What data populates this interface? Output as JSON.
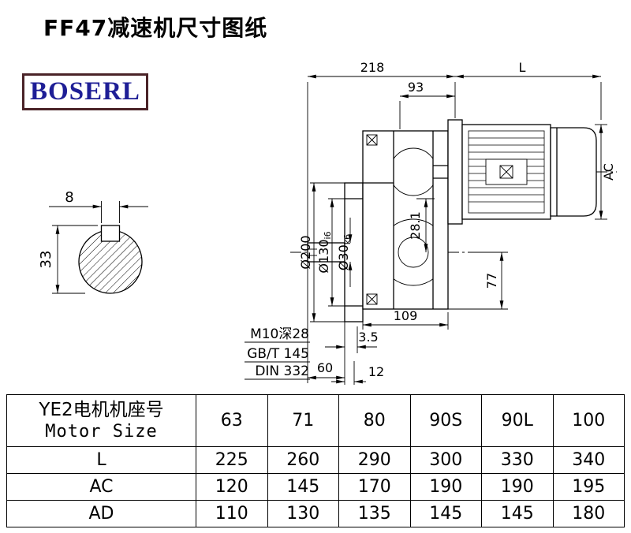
{
  "page": {
    "title": "FF47减速机尺寸图纸"
  },
  "logo": {
    "text": "BOSERL"
  },
  "drawing": {
    "colors": {
      "line": "#000000",
      "logo_border": "#4a2328",
      "logo_text": "#1e1e96"
    },
    "dims": {
      "top_width": "218",
      "motor_length": "L",
      "d93": "93",
      "ac": "AC",
      "d28_1": "28.1",
      "flange_od": "Ø200",
      "spigot_main": "Ø130",
      "spigot_sub": "i6",
      "shaft_main": "Ø30",
      "shaft_sub": "k6",
      "d77": "77",
      "d109": "109",
      "d3_5": "3.5",
      "d60": "60",
      "d12": "12",
      "key_width": "8",
      "key_height": "33",
      "note_tap": "M10深28",
      "note_gb": "GB/T 145",
      "note_din": "DIN 332"
    }
  },
  "table": {
    "header": {
      "title_cn": "YE2电机机座号",
      "title_en": "Motor Size",
      "sizes": [
        "63",
        "71",
        "80",
        "90S",
        "90L",
        "100"
      ]
    },
    "rows": [
      {
        "label": "L",
        "values": [
          "225",
          "260",
          "290",
          "300",
          "330",
          "340"
        ]
      },
      {
        "label": "AC",
        "values": [
          "120",
          "145",
          "170",
          "190",
          "190",
          "195"
        ]
      },
      {
        "label": "AD",
        "values": [
          "110",
          "130",
          "135",
          "145",
          "145",
          "180"
        ]
      }
    ]
  }
}
